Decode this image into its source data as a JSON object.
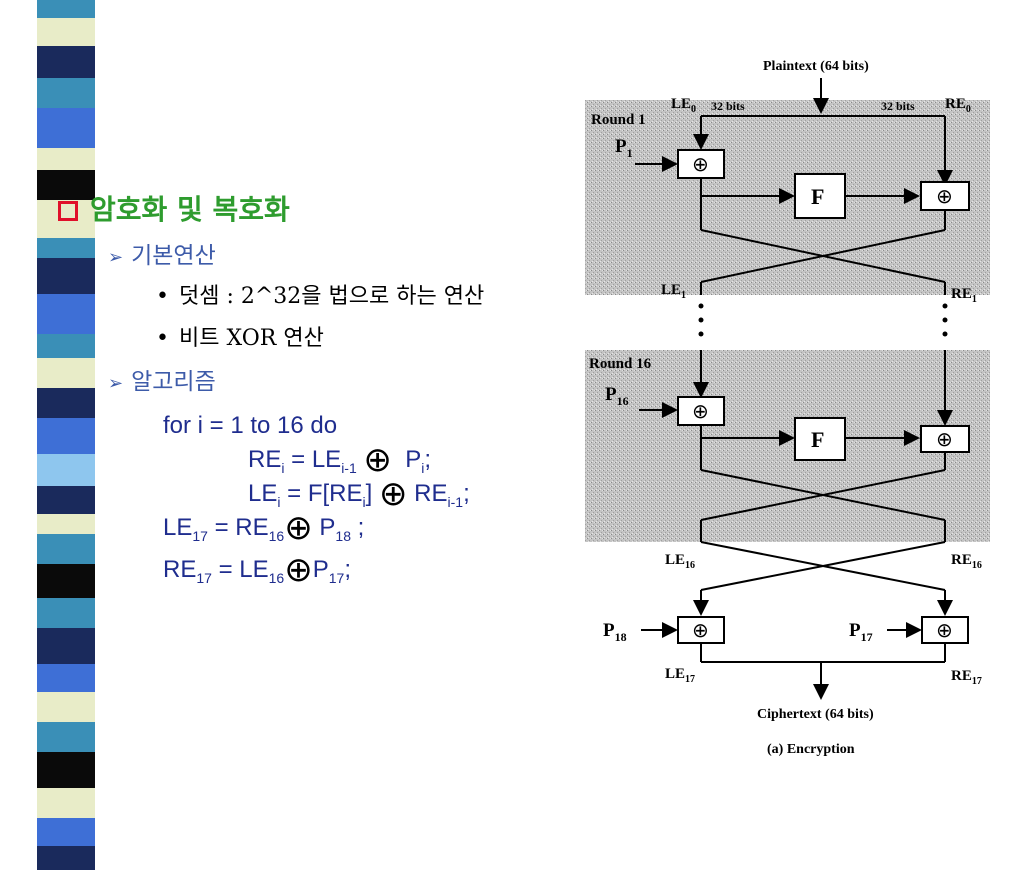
{
  "heading": "암호화 및 복호화",
  "basic_ops": {
    "label": "기본연산",
    "items": [
      "덧셈 : 2^32을 법으로 하는 연산",
      "비트 XOR 연산"
    ]
  },
  "algorithm": {
    "label": "알고리즘",
    "line1": "for i = 1 to 16 do",
    "line2_a": "RE",
    "line2_b": "i",
    "line2_c": " = LE",
    "line2_d": "i-1",
    "line2_e": "P",
    "line2_f": "i",
    "line2_g": ";",
    "line3_a": "LE",
    "line3_b": "i",
    "line3_c": " = F[RE",
    "line3_d": "i",
    "line3_e": "]",
    "line3_f": "RE",
    "line3_g": "i-1",
    "line3_h": ";",
    "line4_a": "LE",
    "line4_b": "17",
    "line4_c": " = RE",
    "line4_d": "16",
    "line4_e": "P",
    "line4_f": "18",
    "line4_g": " ;",
    "line5_a": "RE",
    "line5_b": "17",
    "line5_c": " = LE",
    "line5_d": "16",
    "line5_e": "P",
    "line5_f": "17",
    "line5_g": ";",
    "xor_symbol": "⊕"
  },
  "figure": {
    "plaintext": "Plaintext (64 bits)",
    "le0": "LE",
    "le0_sub": "0",
    "re0": "RE",
    "re0_sub": "0",
    "bits_left": "32 bits",
    "bits_right": "32 bits",
    "round1": "Round 1",
    "p1": "P",
    "p1_sub": "1",
    "f": "F",
    "xor": "⊕",
    "le1": "LE",
    "le1_sub": "1",
    "re1": "RE",
    "re1_sub": "1",
    "round16": "Round 16",
    "p16": "P",
    "p16_sub": "16",
    "le16": "LE",
    "le16_sub": "16",
    "re16": "RE",
    "re16_sub": "16",
    "p18": "P",
    "p18_sub": "18",
    "p17": "P",
    "p17_sub": "17",
    "le17": "LE",
    "le17_sub": "17",
    "re17": "RE",
    "re17_sub": "17",
    "ciphertext": "Ciphertext (64 bits)",
    "caption": "(a) Encryption"
  }
}
